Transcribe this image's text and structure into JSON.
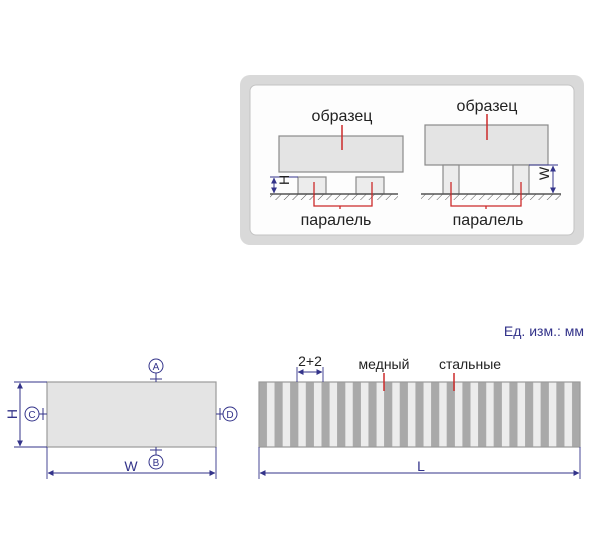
{
  "colors": {
    "dim_line": "#33338a",
    "leader": "#cc2a2a",
    "inset_outer": "#d9d9d9",
    "inset_inner": "#fdfdfd",
    "block_fill": "#e4e4e4",
    "block_stroke": "#8a8a8a",
    "steel_fill": "#ececec",
    "copper_fill": "#a9a9a9",
    "base_hatch": "#555555",
    "text": "#222222"
  },
  "inset": {
    "left_panel": {
      "sample_label": "образец",
      "height_label": "H",
      "parallel_label": "паралель"
    },
    "right_panel": {
      "sample_label": "образец",
      "width_label": "W",
      "parallel_label": "паралель"
    }
  },
  "units_label": "Ед. изм.: мм",
  "front_view": {
    "h_label": "H",
    "w_label": "W",
    "marker_a": "A",
    "marker_b": "B",
    "marker_c": "C",
    "marker_d": "D"
  },
  "side_view": {
    "pitch_label": "2+2",
    "copper_label": "медный",
    "steel_label": "стальные",
    "length_label": "L",
    "strips": [
      "copper",
      "steel",
      "copper",
      "steel",
      "copper",
      "steel",
      "copper",
      "steel",
      "copper",
      "steel",
      "copper",
      "steel",
      "copper",
      "steel",
      "copper",
      "steel",
      "copper",
      "steel",
      "copper",
      "steel",
      "copper",
      "steel",
      "copper",
      "steel",
      "copper",
      "steel",
      "copper",
      "steel",
      "copper",
      "steel",
      "copper",
      "steel",
      "copper",
      "steel",
      "copper",
      "steel",
      "copper",
      "steel",
      "copper",
      "steel",
      "copper"
    ]
  },
  "icons": {
    "marker": "circled-letter-icon",
    "hatch": "ground-hatch-icon",
    "arrow": "arrowhead-icon"
  }
}
